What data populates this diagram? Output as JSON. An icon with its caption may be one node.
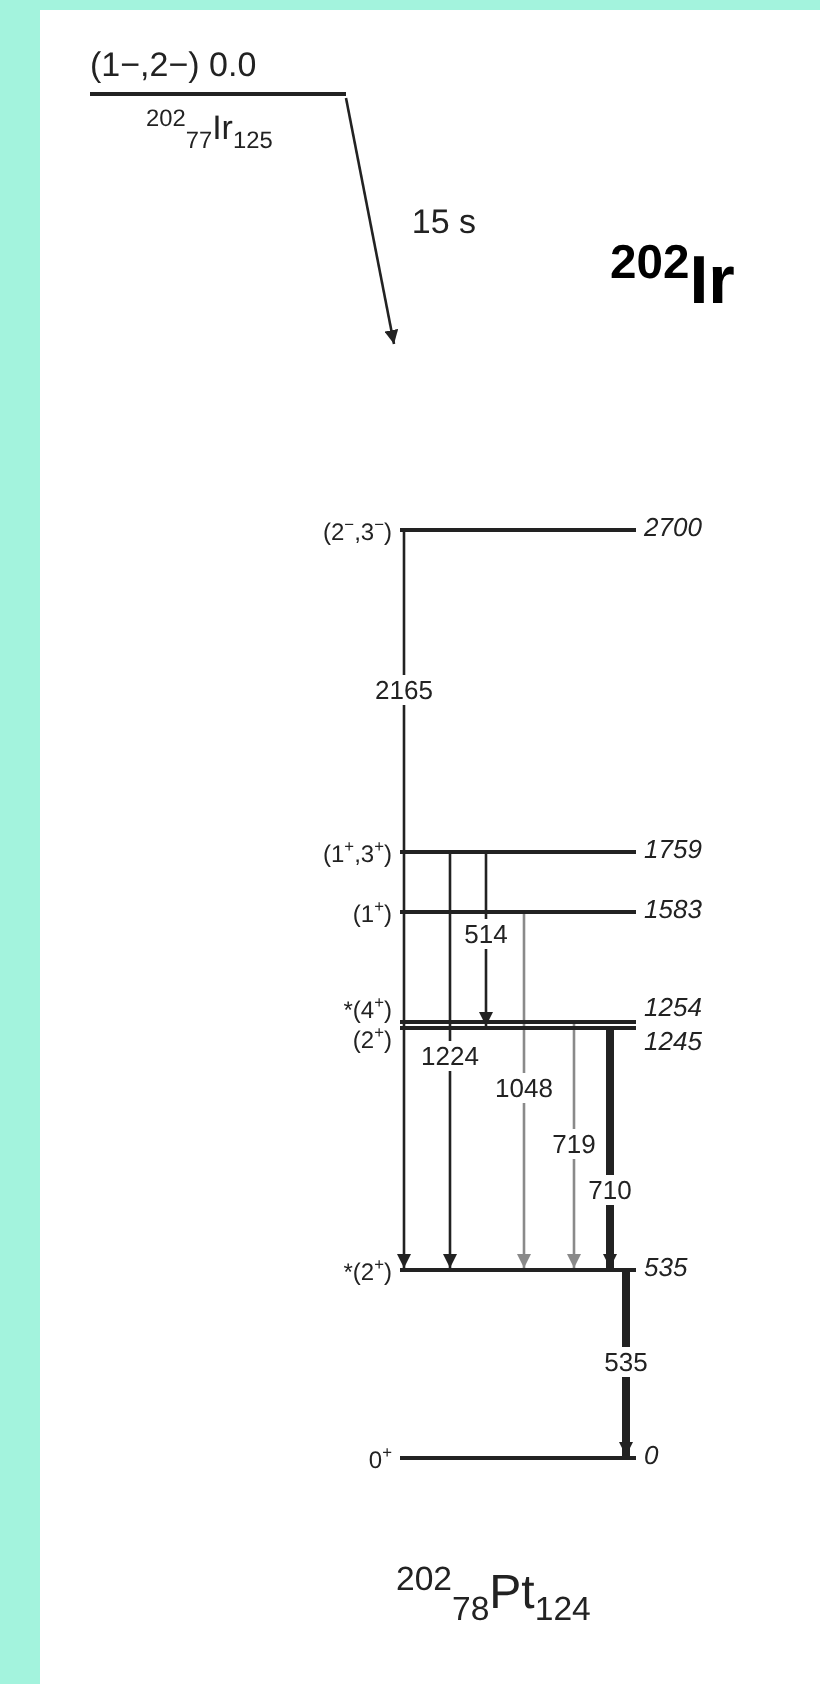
{
  "diagram": {
    "title": "$^{202}$Ir",
    "nodes": [
      {
        "text": [
          "(1−,2−) 0.0",
          "$^{202}$$_{77}$Ir$_{125}$"
        ]
      },
      {
        "text": [],
        "shape": "bar",
        "beside": [
          "(2$^{−}$,3$^{−}$)",
          "2700"
        ]
      },
      {
        "text": [],
        "shape": "bar",
        "beside": [
          "(1$^{+}$,3$^{+}$)",
          "1759"
        ]
      },
      {
        "text": [],
        "shape": "bar",
        "beside": [
          "(1$^{+}$)",
          "1583"
        ]
      },
      {
        "text": [],
        "shape": "bar",
        "beside": [
          "*(4$^{+}$)",
          "1254"
        ]
      },
      {
        "text": [],
        "shape": "bar",
        "beside": [
          "(2$^{+}$)",
          "1245"
        ]
      },
      {
        "text": [],
        "shape": "bar",
        "beside": [
          "*(2$^{+}$)",
          "535"
        ]
      },
      {
        "text": [],
        "shape": "bar",
        "beside": [
          "0$^{+}$",
          "0"
        ]
      }
    ],
    "edges": [
      {
        "from": 0,
        "to": null,
        "arrow": "to",
        "label": "15 s"
      },
      {
        "from": 1,
        "to": 6,
        "arrow": "to",
        "label": "2165"
      },
      {
        "from": 2,
        "to": 6,
        "arrow": "to",
        "label": "1224"
      },
      {
        "from": 2,
        "to": 5,
        "arrow": "to",
        "label": "514"
      },
      {
        "from": 3,
        "to": 6,
        "arrow": "to",
        "label": "1048",
        "color": "#8a8a8a"
      },
      {
        "from": 4,
        "to": 6,
        "arrow": "to",
        "label": "719",
        "color": "#8a8a8a"
      },
      {
        "from": 5,
        "to": 6,
        "arrow": "to",
        "label": "710",
        "style": "thick"
      },
      {
        "from": 6,
        "to": 7,
        "arrow": "to",
        "label": "535",
        "style": "thick"
      }
    ],
    "labels": [
      "$^{202}$$_{78}$Pt$_{124}$"
    ]
  }
}
